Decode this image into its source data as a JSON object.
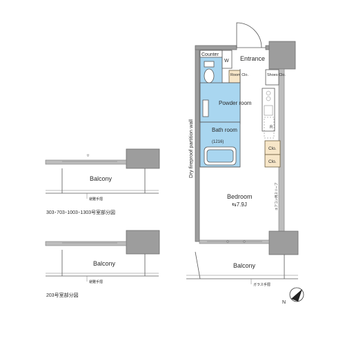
{
  "rooms": {
    "counter": "Counter",
    "w": "W",
    "entrance": "Entrance",
    "room_clo": "Room Clo.",
    "shoes_clo": "Shoes Clo.",
    "powder_room": "Powder room",
    "bath_room": "Bath room",
    "bath_size": "(1216)",
    "r": "R",
    "clo_upper": "Clo.",
    "clo_lower": "Clo.",
    "bedroom": "Bedroom",
    "bedroom_size": "⇆7.9J",
    "balcony_main": "Balcony"
  },
  "labels": {
    "partition_wall": "Dry fireproof partition wall",
    "vertical_note": "エアコン用スリーブ",
    "glass_note": "ガラス手摺"
  },
  "insets": [
    {
      "balcony": "Balcony",
      "note": "避難手摺",
      "caption": "303･703･1003･1303号室部分図"
    },
    {
      "balcony": "Balcony",
      "note": "避難手摺",
      "caption": "203号室部分図"
    }
  ],
  "compass": {
    "letter": "N"
  },
  "colors": {
    "wet_area": "#a9d6f0",
    "closet": "#f7e6c8",
    "wall": "#9d9d9d"
  }
}
